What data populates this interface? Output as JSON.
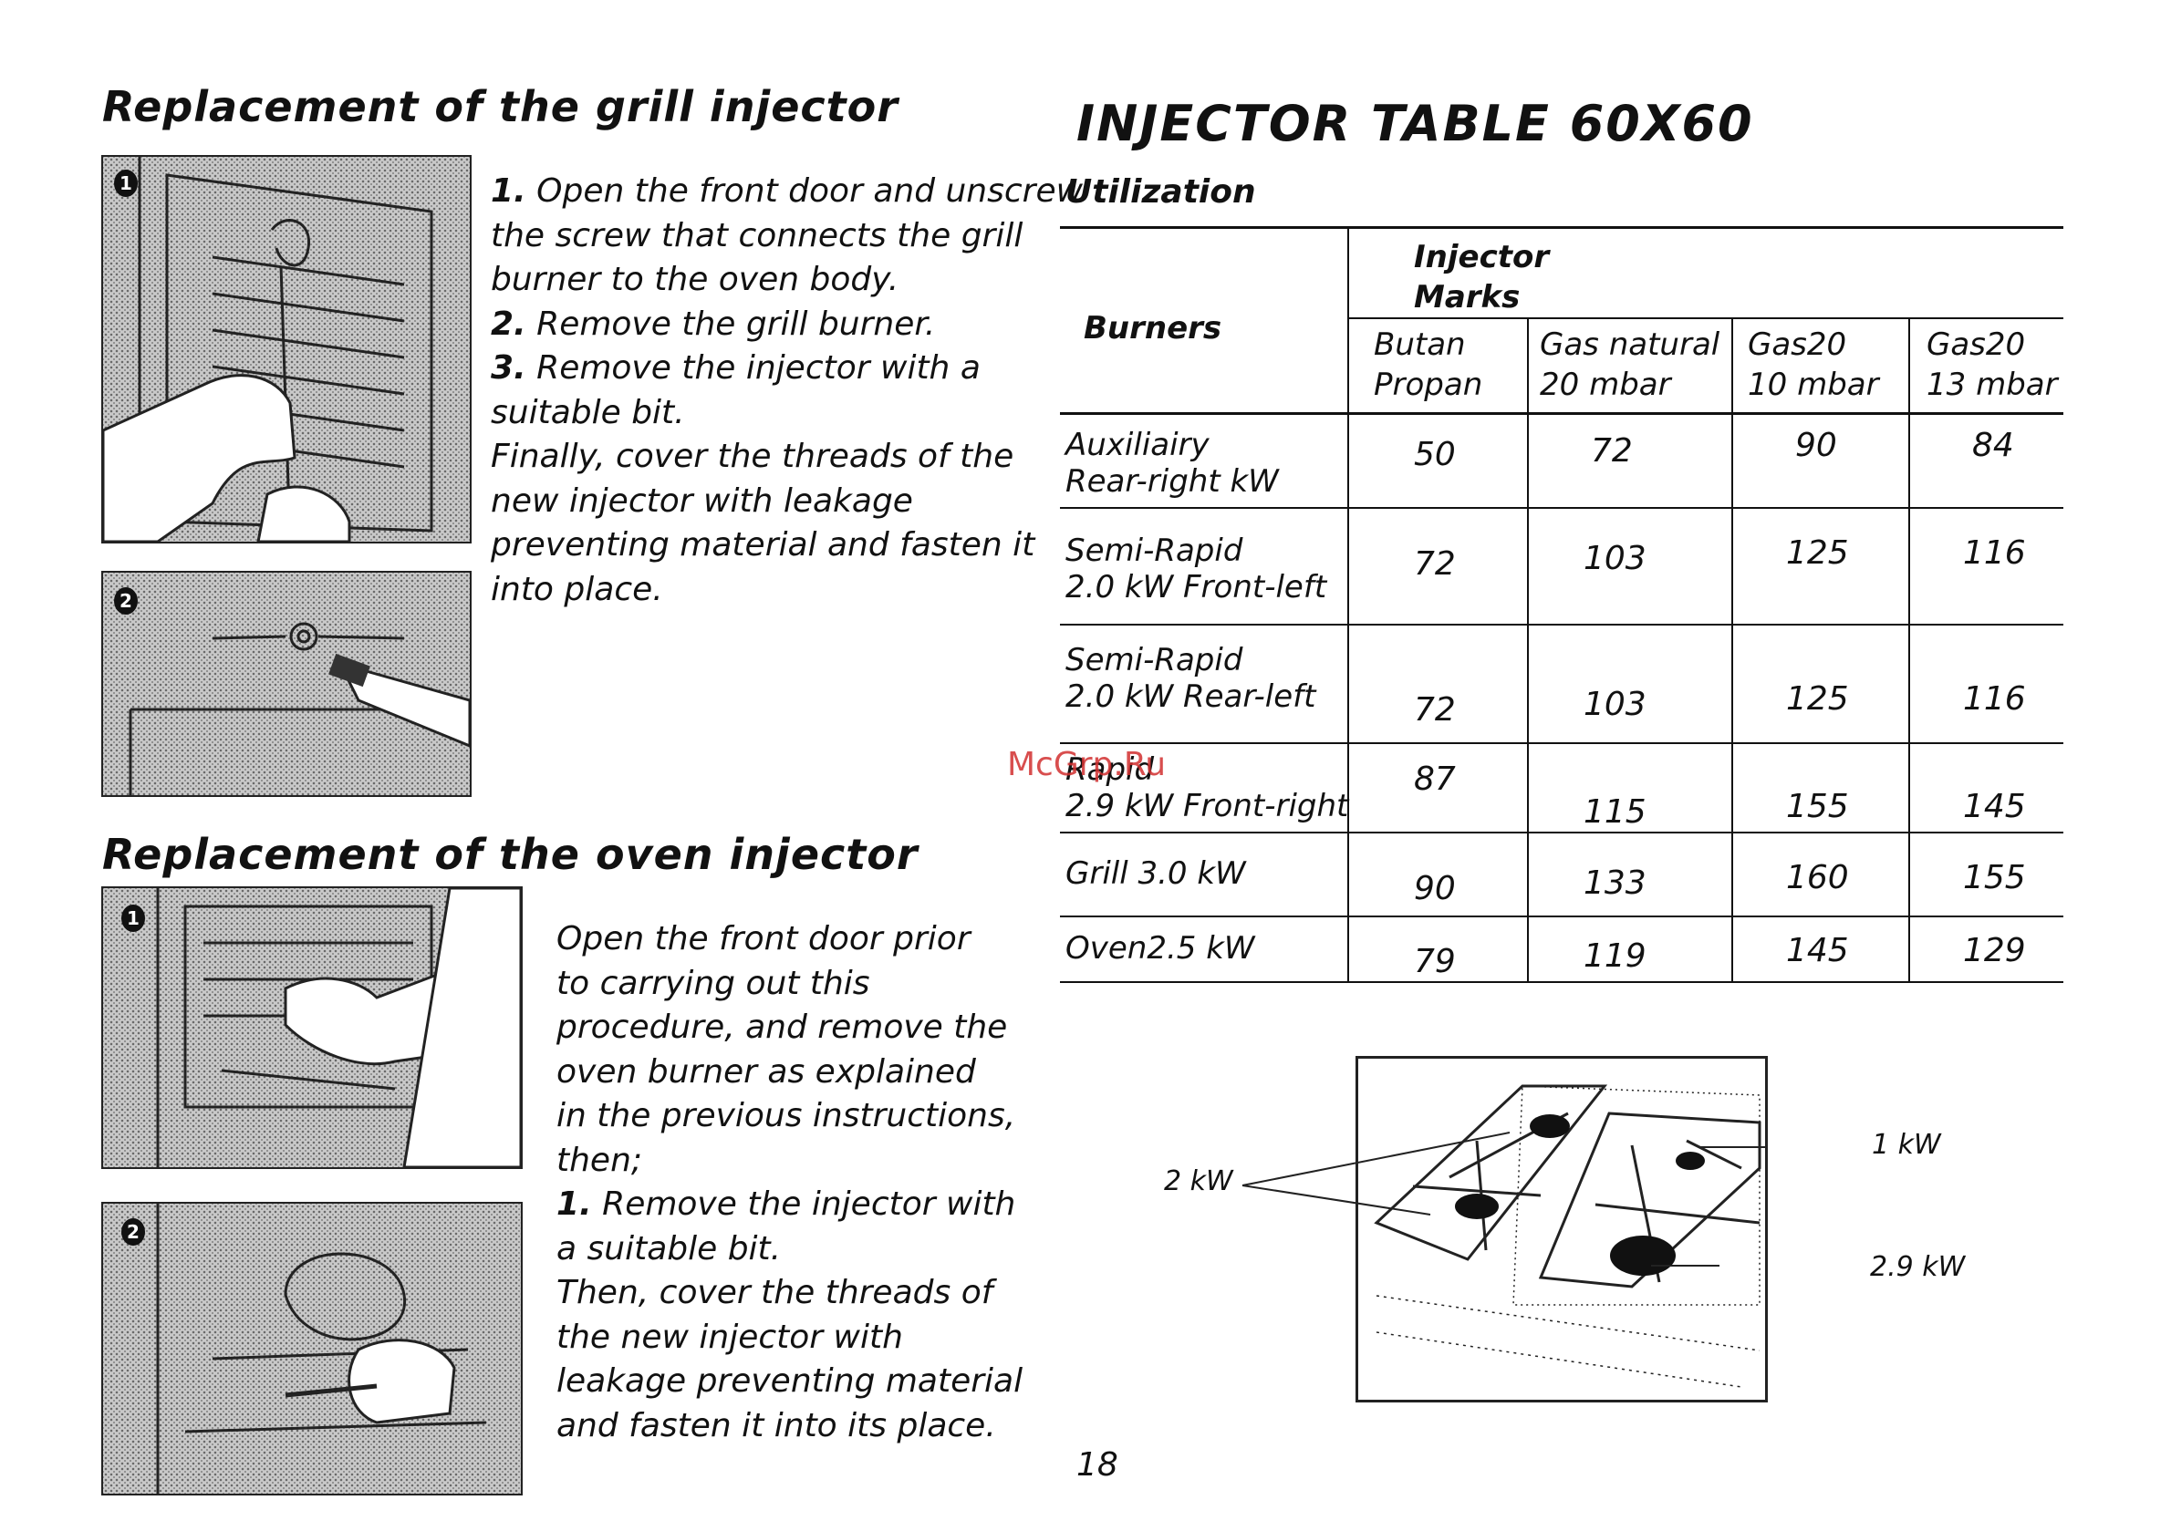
{
  "grill_section": {
    "title": "Replacement of the grill injector",
    "fig1_badge": "1",
    "fig2_badge": "2",
    "text_lines": [
      {
        "num": "1.",
        "text": " Open the front door and unscrew"
      },
      {
        "num": "",
        "text": "the screw that connects the grill"
      },
      {
        "num": "",
        "text": "burner to the oven body."
      },
      {
        "num": "2.",
        "text": " Remove the grill burner."
      },
      {
        "num": "3.",
        "text": " Remove the injector with a"
      },
      {
        "num": "",
        "text": "suitable bit."
      },
      {
        "num": "",
        "text": "Finally, cover the threads of the"
      },
      {
        "num": "",
        "text": "new injector with leakage"
      },
      {
        "num": "",
        "text": "preventing material and fasten it"
      },
      {
        "num": "",
        "text": "into place."
      }
    ]
  },
  "oven_section": {
    "title": "Replacement of the oven injector",
    "fig1_badge": "1",
    "fig2_badge": "2",
    "text_lines": [
      {
        "num": "",
        "text": "Open the front door prior"
      },
      {
        "num": "",
        "text": "to carrying out this"
      },
      {
        "num": "",
        "text": "procedure, and remove the"
      },
      {
        "num": "",
        "text": "oven burner as explained"
      },
      {
        "num": "",
        "text": "in the previous instructions,"
      },
      {
        "num": "",
        "text": "then;"
      },
      {
        "num": "1.",
        "text": " Remove the injector with"
      },
      {
        "num": "",
        "text": "a suitable bit."
      },
      {
        "num": "",
        "text": "Then, cover the threads of"
      },
      {
        "num": "",
        "text": "the new injector with"
      },
      {
        "num": "",
        "text": "leakage preventing material"
      },
      {
        "num": "",
        "text": "and fasten it into its place."
      }
    ]
  },
  "injector_table": {
    "title": "INJECTOR TABLE 60X60",
    "subtitle": "Utilization",
    "burners_header": "Burners",
    "marks_header_line1": "Injector",
    "marks_header_line2": "Marks",
    "columns": [
      {
        "line1": "Butan",
        "line2": "Propan"
      },
      {
        "line1": "Gas natural",
        "line2": "20 mbar"
      },
      {
        "line1": "Gas20",
        "line2": "10 mbar"
      },
      {
        "line1": "Gas20",
        "line2": "13 mbar"
      }
    ],
    "rows": [
      {
        "label_line1": "Auxiliairy",
        "label_line2": "Rear-right kW",
        "values": [
          "50",
          "72",
          "90",
          "84"
        ]
      },
      {
        "label_line1": "Semi-Rapid",
        "label_line2": "2.0 kW Front-left",
        "values": [
          "72",
          "103",
          "125",
          "116"
        ]
      },
      {
        "label_line1": "Semi-Rapid",
        "label_line2": "2.0 kW Rear-left",
        "values": [
          "72",
          "103",
          "125",
          "116"
        ]
      },
      {
        "label_line1": "Rapid",
        "label_line2": "2.9 kW Front-right",
        "values": [
          "87",
          "115",
          "155",
          "145"
        ]
      },
      {
        "label_line1": "Grill 3.0 kW",
        "label_line2": "",
        "values": [
          "90",
          "133",
          "160",
          "155"
        ]
      },
      {
        "label_line1": "Oven2.5 kW",
        "label_line2": "",
        "values": [
          "79",
          "119",
          "145",
          "129"
        ]
      }
    ]
  },
  "hob_diagram": {
    "label_2kw": "2 kW",
    "label_1kw": "1 kW",
    "label_29kw": "2.9 kW"
  },
  "watermark": "McGrp.Ru",
  "page_number": "18",
  "colors": {
    "text": "#111111",
    "watermark": "#d23030",
    "photo_halftone": "#c9c9c9"
  }
}
